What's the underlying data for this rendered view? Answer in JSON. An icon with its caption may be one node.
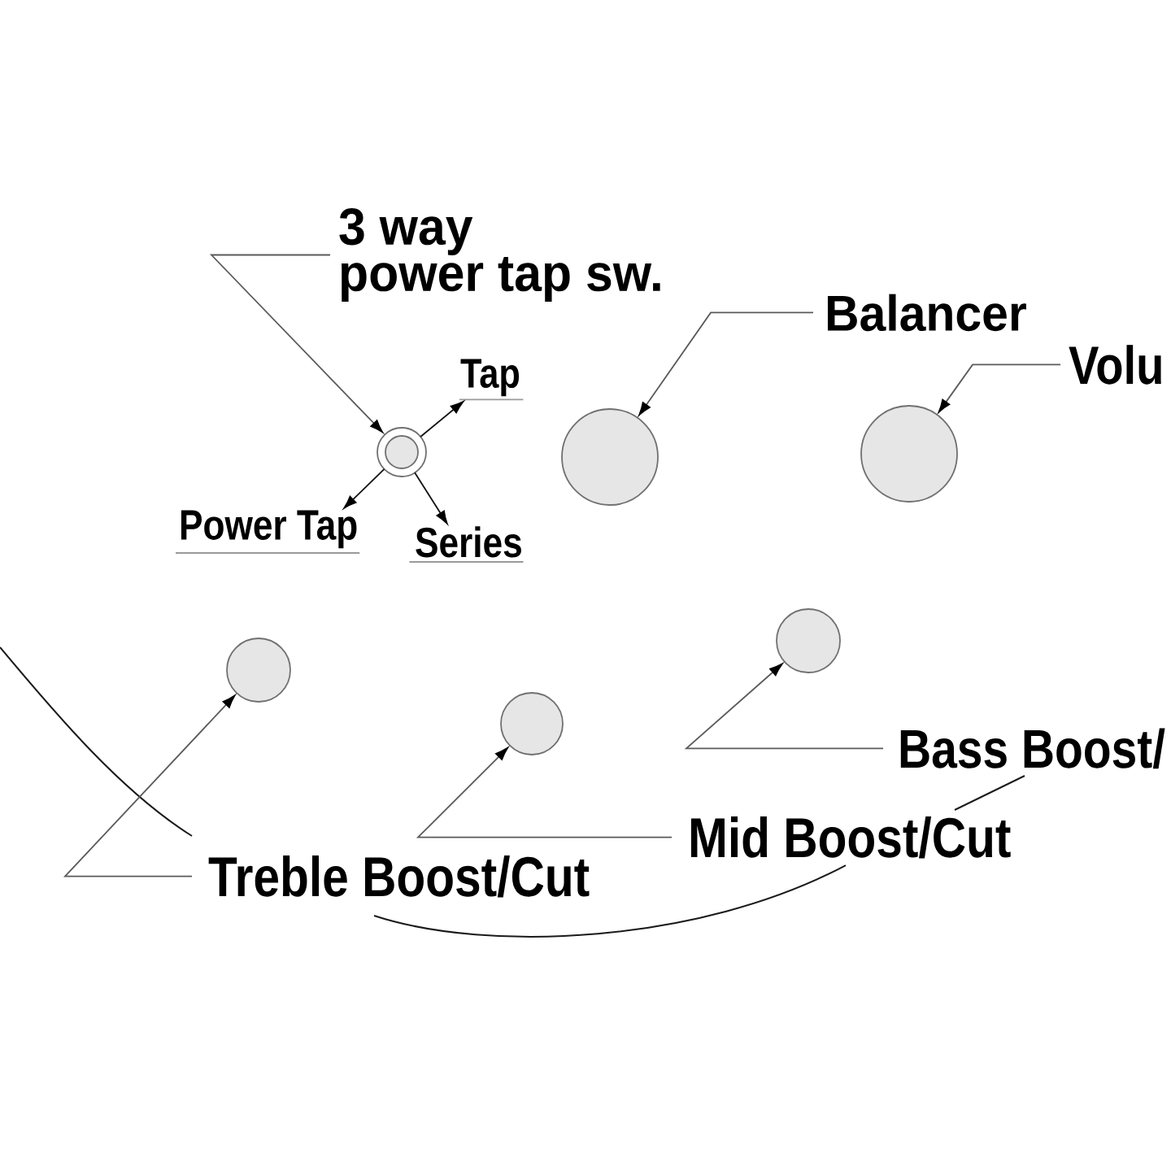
{
  "diagram": {
    "nodes": [
      {
        "text": [
          "3 way power tap sw."
        ]
      },
      {
        "text": [],
        "shape": "circle"
      },
      {
        "text": [
          "Tap"
        ]
      },
      {
        "text": [
          "Power Tap"
        ]
      },
      {
        "text": [
          "Series"
        ]
      },
      {
        "text": [
          "Balancer"
        ]
      },
      {
        "text": [],
        "shape": "circle"
      },
      {
        "text": [
          "Volu"
        ]
      },
      {
        "text": [],
        "shape": "circle"
      },
      {
        "text": [],
        "shape": "circle"
      },
      {
        "text": [],
        "shape": "circle"
      },
      {
        "text": [],
        "shape": "circle"
      },
      {
        "text": [
          "Treble Boost/Cut"
        ]
      },
      {
        "text": [
          "Mid Boost/Cut"
        ]
      },
      {
        "text": [
          "Bass Boost/"
        ]
      }
    ],
    "edges": [
      {
        "from": 0,
        "to": 1,
        "arrow": "to"
      },
      {
        "from": 1,
        "to": 2,
        "arrow": "to",
        "color": "#111111"
      },
      {
        "from": 1,
        "to": 3,
        "arrow": "to",
        "color": "#111111"
      },
      {
        "from": 1,
        "to": 4,
        "arrow": "to",
        "color": "#111111"
      },
      {
        "from": 5,
        "to": 6,
        "arrow": "to"
      },
      {
        "from": 7,
        "to": 8,
        "arrow": "to"
      },
      {
        "from": 12,
        "to": 9,
        "arrow": "to"
      },
      {
        "from": 13,
        "to": 10,
        "arrow": "to"
      },
      {
        "from": 14,
        "to": 11,
        "arrow": "to"
      }
    ]
  }
}
